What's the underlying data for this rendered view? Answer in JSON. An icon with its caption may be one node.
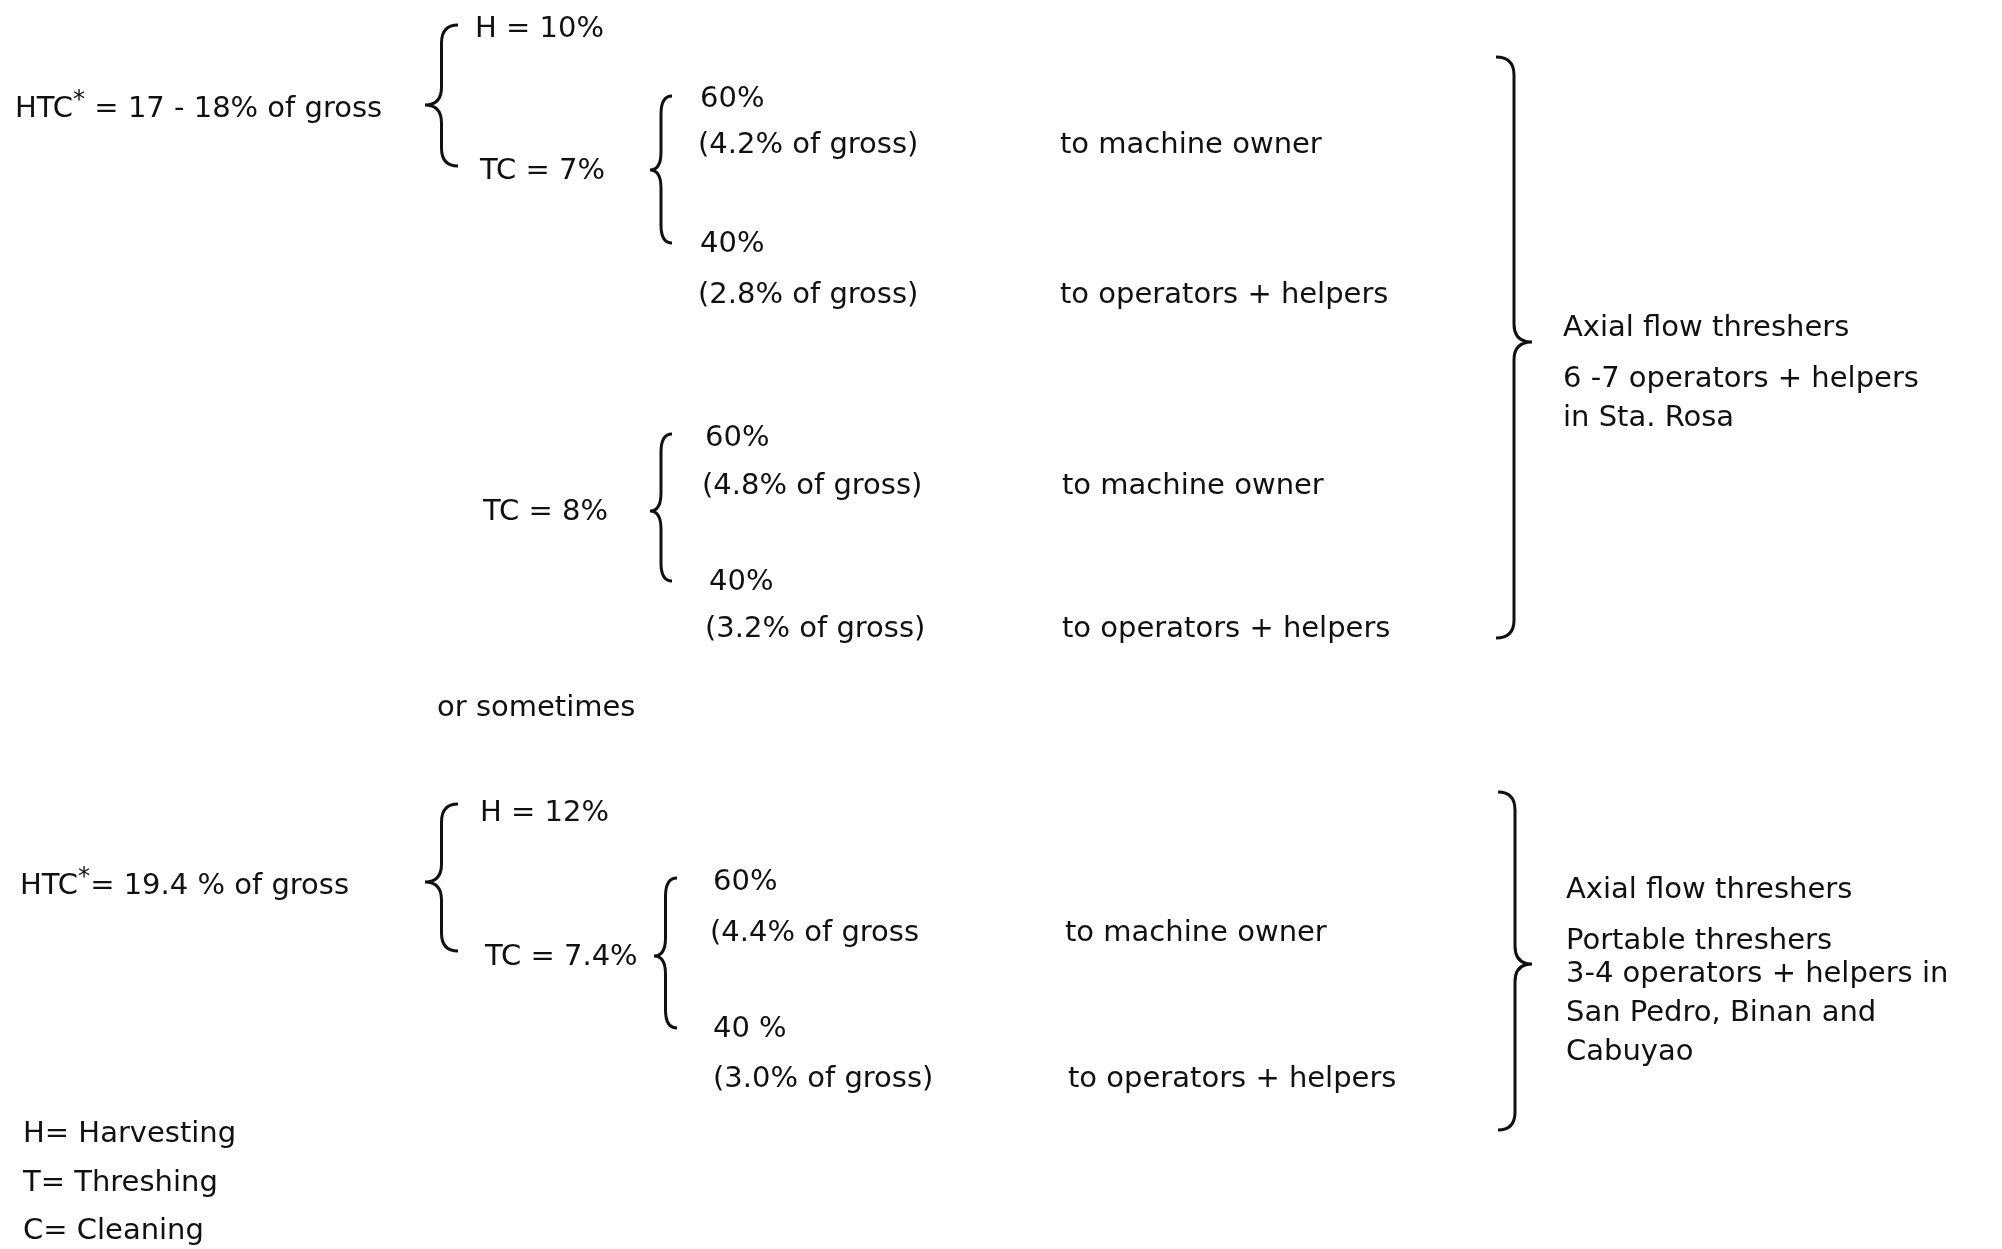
{
  "diagram": {
    "labels": [
      "H = 10%",
      "HTC$^{*}$ = 17 - 18% of gross",
      "60%",
      "(4.2% of gross)",
      "to machine owner",
      "TC = 7%",
      "40%",
      "(2.8% of gross)",
      "to operators + helpers",
      "Axial flow threshers",
      "6 -7 operators + helpers in Sta. Rosa",
      "60%",
      "(4.8% of gross)",
      "to machine owner",
      "TC = 8%",
      "40%",
      "(3.2% of gross)",
      "to operators + helpers",
      "or sometimes",
      "H = 12%",
      "HTC$^{*}$= 19.4 % of gross",
      "60%",
      "(4.4% of gross",
      "to machine owner",
      "TC = 7.4%",
      "40 %",
      "(3.0% of gross)",
      "to operators + helpers",
      "Axial flow threshers",
      "Portable threshers",
      "3-4 operators + helpers in San Pedro, Binan and Cabuyao",
      "H= Harvesting",
      "T= Threshing",
      "C= Cleaning"
    ]
  }
}
